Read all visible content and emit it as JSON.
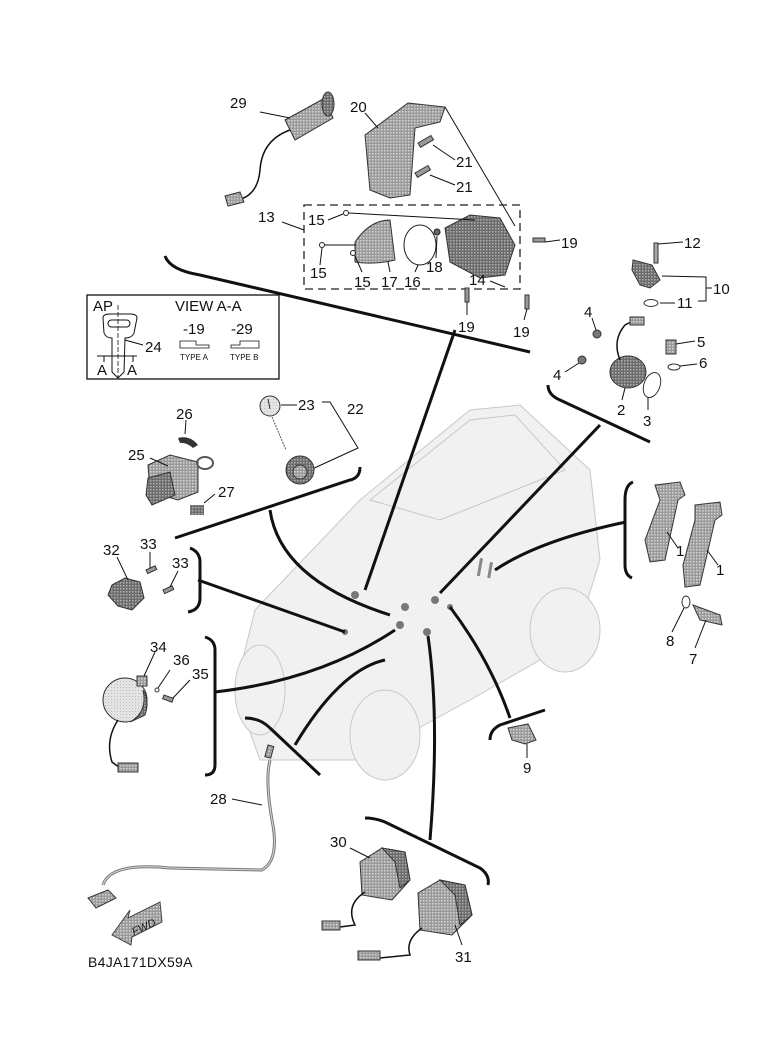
{
  "diagram": {
    "drawing_code": "B4JA171DX59A",
    "inset": {
      "title_left": "AP",
      "title_right": "VIEW A-A",
      "key_ref": "24",
      "section_mark_left": "A",
      "section_mark_right": "A",
      "types": [
        {
          "suffix": "-19",
          "label": "TYPE A"
        },
        {
          "suffix": "-29",
          "label": "TYPE B"
        }
      ]
    },
    "fwd_arrow_label": "FWD",
    "callouts": {
      "c1a": "1",
      "c1b": "1",
      "c2": "2",
      "c3": "3",
      "c4a": "4",
      "c4b": "4",
      "c5": "5",
      "c6": "6",
      "c7": "7",
      "c8": "8",
      "c9": "9",
      "c10": "10",
      "c11": "11",
      "c12": "12",
      "c13": "13",
      "c14": "14",
      "c15a": "15",
      "c15b": "15",
      "c15c": "15",
      "c16": "16",
      "c17": "17",
      "c18": "18",
      "c19a": "19",
      "c19b": "19",
      "c19c": "19",
      "c20": "20",
      "c21a": "21",
      "c21b": "21",
      "c22": "22",
      "c23": "23",
      "c25": "25",
      "c26": "26",
      "c27": "27",
      "c28": "28",
      "c29": "29",
      "c30": "30",
      "c31": "31",
      "c32": "32",
      "c33a": "33",
      "c33b": "33",
      "c34": "34",
      "c35": "35",
      "c36": "36"
    }
  }
}
